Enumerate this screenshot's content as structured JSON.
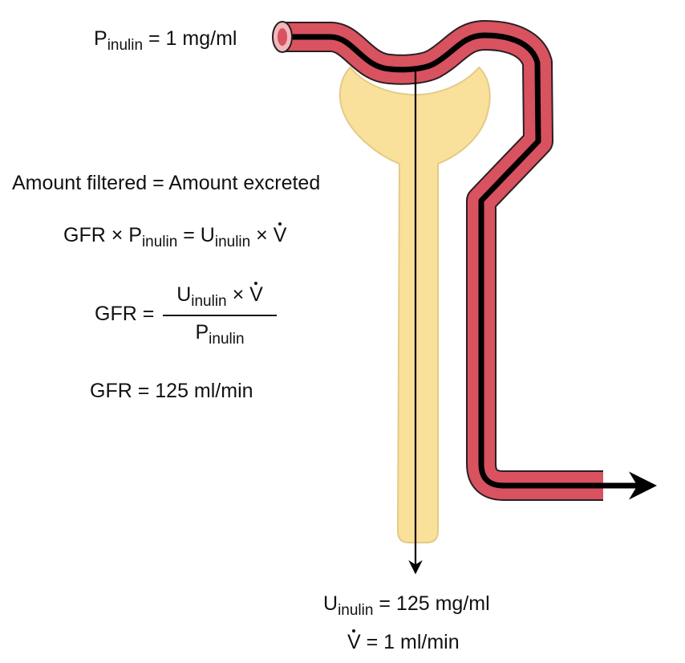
{
  "colors": {
    "tubule_fill": "#d9525f",
    "tubule_outline": "#2a1f22",
    "tubule_lumen": "#000000",
    "tubule_opening": "#f2b8bc",
    "capsule_fill": "#f9e19b",
    "capsule_outline": "#e3cb86"
  },
  "plasma_label": {
    "symbol": "P",
    "sub": "inulin",
    "rest": " = 1 mg/ml"
  },
  "eq1": {
    "text": "Amount filtered = Amount excreted"
  },
  "eq2": {
    "a": "GFR × P",
    "a_sub": "inulin",
    "b": " = U",
    "b_sub": "inulin",
    "c": " × V"
  },
  "eq3": {
    "lhs": "GFR = ",
    "num_u": "U",
    "num_u_sub": "inulin",
    "num_x": " × V",
    "den_p": "P",
    "den_sub": "inulin"
  },
  "eq4": {
    "text": "GFR = 125 ml/min"
  },
  "urine_label": {
    "symbol": "U",
    "sub": "inulin",
    "rest": " = 125 mg/ml"
  },
  "flow_label": {
    "symbol": "V",
    "rest": " = 1 ml/min"
  }
}
